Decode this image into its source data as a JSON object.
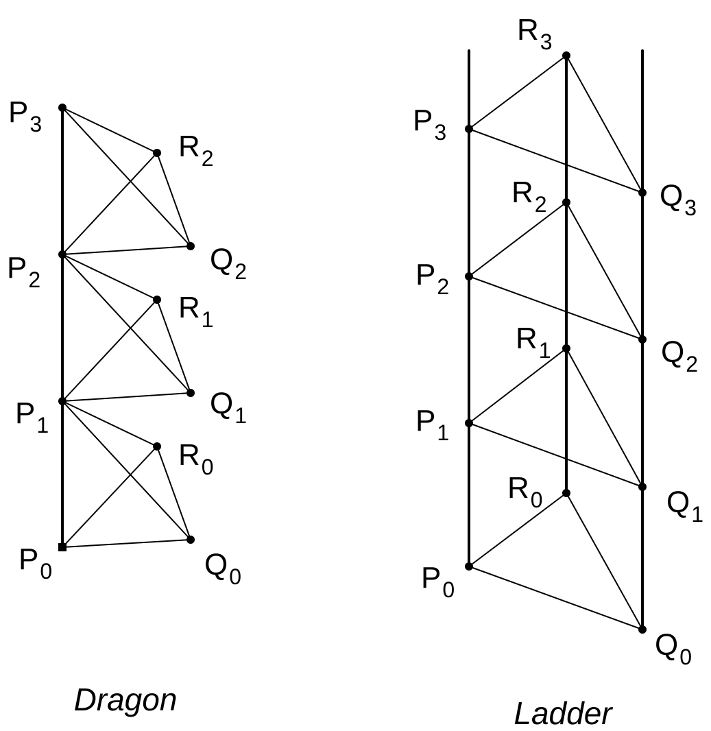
{
  "colors": {
    "stroke": "#000000",
    "background": "#ffffff"
  },
  "dragon": {
    "caption": "Dragon",
    "nodes": [
      {
        "id": "P0",
        "letter": "P",
        "sub": "0"
      },
      {
        "id": "P1",
        "letter": "P",
        "sub": "1"
      },
      {
        "id": "P2",
        "letter": "P",
        "sub": "2"
      },
      {
        "id": "P3",
        "letter": "P",
        "sub": "3"
      },
      {
        "id": "Q0",
        "letter": "Q",
        "sub": "0"
      },
      {
        "id": "Q1",
        "letter": "Q",
        "sub": "1"
      },
      {
        "id": "Q2",
        "letter": "Q",
        "sub": "2"
      },
      {
        "id": "R0",
        "letter": "R",
        "sub": "0"
      },
      {
        "id": "R1",
        "letter": "R",
        "sub": "1"
      },
      {
        "id": "R2",
        "letter": "R",
        "sub": "2"
      }
    ],
    "edges": [
      [
        "P0",
        "P1",
        "thick"
      ],
      [
        "P1",
        "P2",
        "thick"
      ],
      [
        "P2",
        "P3",
        "thick"
      ],
      [
        "P0",
        "Q0",
        "thin"
      ],
      [
        "P0",
        "R0",
        "thin"
      ],
      [
        "P1",
        "R0",
        "thin"
      ],
      [
        "P1",
        "Q0",
        "thin"
      ],
      [
        "R0",
        "Q0",
        "thin"
      ],
      [
        "P1",
        "Q1",
        "thin"
      ],
      [
        "P1",
        "R1",
        "thin"
      ],
      [
        "P2",
        "R1",
        "thin"
      ],
      [
        "P2",
        "Q1",
        "thin"
      ],
      [
        "R1",
        "Q1",
        "thin"
      ],
      [
        "P2",
        "Q2",
        "thin"
      ],
      [
        "P2",
        "R2",
        "thin"
      ],
      [
        "P3",
        "R2",
        "thin"
      ],
      [
        "P3",
        "Q2",
        "thin"
      ],
      [
        "R2",
        "Q2",
        "thin"
      ]
    ]
  },
  "ladder": {
    "caption": "Ladder",
    "nodes": [
      {
        "id": "P0",
        "letter": "P",
        "sub": "0"
      },
      {
        "id": "P1",
        "letter": "P",
        "sub": "1"
      },
      {
        "id": "P2",
        "letter": "P",
        "sub": "2"
      },
      {
        "id": "P3",
        "letter": "P",
        "sub": "3"
      },
      {
        "id": "Q0",
        "letter": "Q",
        "sub": "0"
      },
      {
        "id": "Q1",
        "letter": "Q",
        "sub": "1"
      },
      {
        "id": "Q2",
        "letter": "Q",
        "sub": "2"
      },
      {
        "id": "Q3",
        "letter": "Q",
        "sub": "3"
      },
      {
        "id": "R0",
        "letter": "R",
        "sub": "0"
      },
      {
        "id": "R1",
        "letter": "R",
        "sub": "1"
      },
      {
        "id": "R2",
        "letter": "R",
        "sub": "2"
      },
      {
        "id": "R3",
        "letter": "R",
        "sub": "3"
      }
    ],
    "edges": [
      [
        "P0",
        "P1",
        "thick"
      ],
      [
        "P1",
        "P2",
        "thick"
      ],
      [
        "P2",
        "P3",
        "thick"
      ],
      [
        "P3",
        "PTOP",
        "thick"
      ],
      [
        "R0",
        "R1",
        "thick"
      ],
      [
        "R1",
        "R2",
        "thick"
      ],
      [
        "R2",
        "R3",
        "thick"
      ],
      [
        "Q0",
        "Q1",
        "thick"
      ],
      [
        "Q1",
        "Q2",
        "thick"
      ],
      [
        "Q2",
        "Q3",
        "thick"
      ],
      [
        "Q3",
        "QTOP",
        "thick"
      ],
      [
        "P0",
        "R0",
        "thin"
      ],
      [
        "P0",
        "Q0",
        "thin"
      ],
      [
        "R0",
        "Q0",
        "thin"
      ],
      [
        "P1",
        "R1",
        "thin"
      ],
      [
        "P1",
        "Q1",
        "thin"
      ],
      [
        "R1",
        "Q1",
        "thin"
      ],
      [
        "P2",
        "R2",
        "thin"
      ],
      [
        "P2",
        "Q2",
        "thin"
      ],
      [
        "R2",
        "Q2",
        "thin"
      ],
      [
        "P3",
        "R3",
        "thin"
      ],
      [
        "P3",
        "Q3",
        "thin"
      ],
      [
        "R3",
        "Q3",
        "thin"
      ]
    ]
  }
}
